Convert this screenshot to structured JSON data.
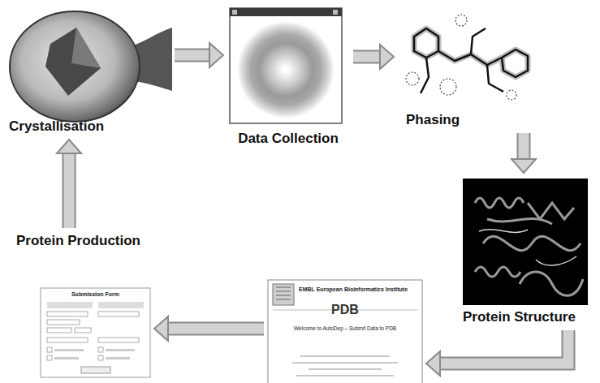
{
  "diagram": {
    "nodes": [
      {
        "text": [
          "Crystallisation"
        ]
      },
      {
        "text": [
          "Data Collection"
        ]
      },
      {
        "text": [
          "Phasing"
        ]
      },
      {
        "text": [
          "Protein Production"
        ]
      },
      {
        "text": [
          "Protein Structure"
        ]
      },
      {
        "text": [
          "Submission Form"
        ]
      },
      {
        "text": [
          "EMBL European Bioinformatics Institute",
          "PDB",
          "Welcome to AutoDep – Submit Data to PDB"
        ]
      }
    ],
    "edges": [
      {
        "from": 3,
        "to": 0,
        "arrow": "to"
      },
      {
        "from": 0,
        "to": 1,
        "arrow": "to"
      },
      {
        "from": 1,
        "to": 2,
        "arrow": "to"
      },
      {
        "from": 2,
        "to": 4,
        "arrow": "to"
      },
      {
        "from": 4,
        "to": 6,
        "arrow": "to"
      },
      {
        "from": 6,
        "to": 5,
        "arrow": "to"
      }
    ]
  }
}
